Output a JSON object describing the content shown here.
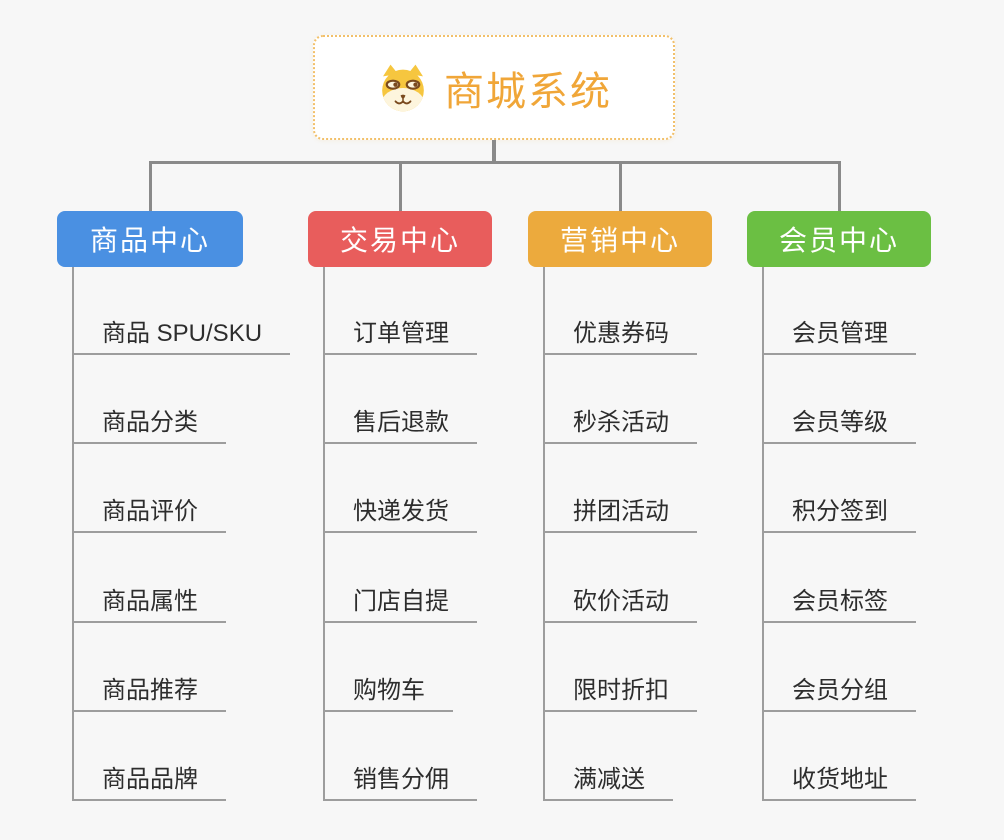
{
  "page": {
    "background": "#f7f7f7"
  },
  "root": {
    "title": "商城系统",
    "icon": "shiba-dog-icon",
    "text_color": "#f0a638",
    "border_color": "#f2c06a"
  },
  "branches": [
    {
      "label": "商品中心",
      "color": "#4a90e2",
      "items": [
        "商品 SPU/SKU",
        "商品分类",
        "商品评价",
        "商品属性",
        "商品推荐",
        "商品品牌"
      ]
    },
    {
      "label": "交易中心",
      "color": "#e85d5c",
      "items": [
        "订单管理",
        "售后退款",
        "快递发货",
        "门店自提",
        "购物车",
        "销售分佣"
      ]
    },
    {
      "label": "营销中心",
      "color": "#ecaa3d",
      "items": [
        "优惠券码",
        "秒杀活动",
        "拼团活动",
        "砍价活动",
        "限时折扣",
        "满减送"
      ]
    },
    {
      "label": "会员中心",
      "color": "#6bbf43",
      "items": [
        "会员管理",
        "会员等级",
        "积分签到",
        "会员标签",
        "会员分组",
        "收货地址"
      ]
    }
  ],
  "connectors": {
    "tree_color": "#8a8a8a",
    "leaf_line_color": "#9d9d9d"
  }
}
